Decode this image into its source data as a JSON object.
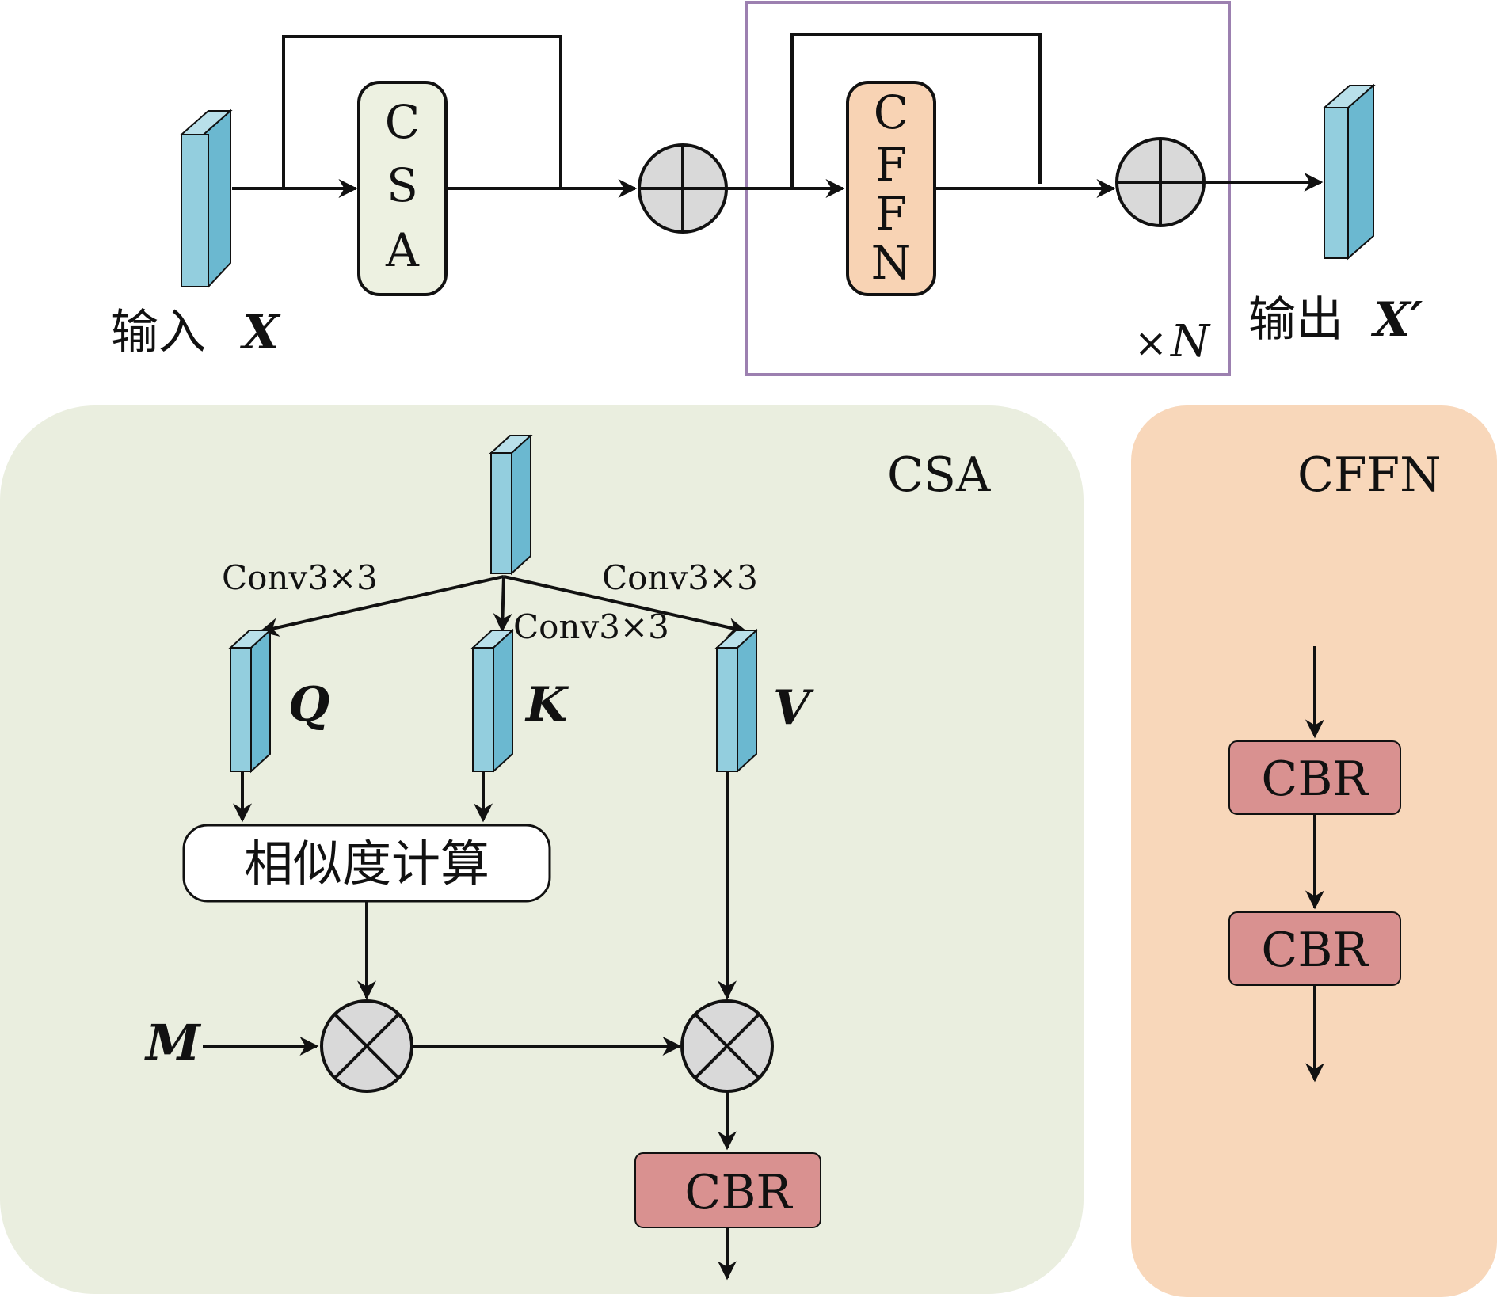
{
  "top": {
    "input_label": "输入",
    "input_symbol": "X",
    "output_label": "输出",
    "output_symbol": "X′",
    "csa_block_letters": [
      "C",
      "S",
      "A"
    ],
    "cffn_block_letters": [
      "C",
      "F",
      "F",
      "N"
    ],
    "repeat_label": "×",
    "repeat_symbol": "N"
  },
  "csa_panel": {
    "title": "CSA",
    "conv_left": "Conv3×3",
    "conv_mid": "Conv3×3",
    "conv_right": "Conv3×3",
    "q_label": "Q",
    "k_label": "K",
    "v_label": "V",
    "similarity_label": "相似度计算",
    "m_label": "M",
    "cbr_label": "CBR"
  },
  "cffn_panel": {
    "title": "CFFN",
    "cbr_1": "CBR",
    "cbr_2": "CBR"
  },
  "colors": {
    "csa_panel_bg": "#EAEEDF",
    "cffn_panel_bg": "#F8D7BA",
    "csa_block_fill": "#EDF1E1",
    "cffn_block_fill": "#F8D3B4",
    "cbr_fill": "#D99190",
    "feature_front": "#93CEDE",
    "feature_side": "#6BB8D0",
    "feature_top": "#B9E0EA",
    "operator_fill": "#D9D9D9",
    "repeat_frame": "#9C80B0"
  }
}
